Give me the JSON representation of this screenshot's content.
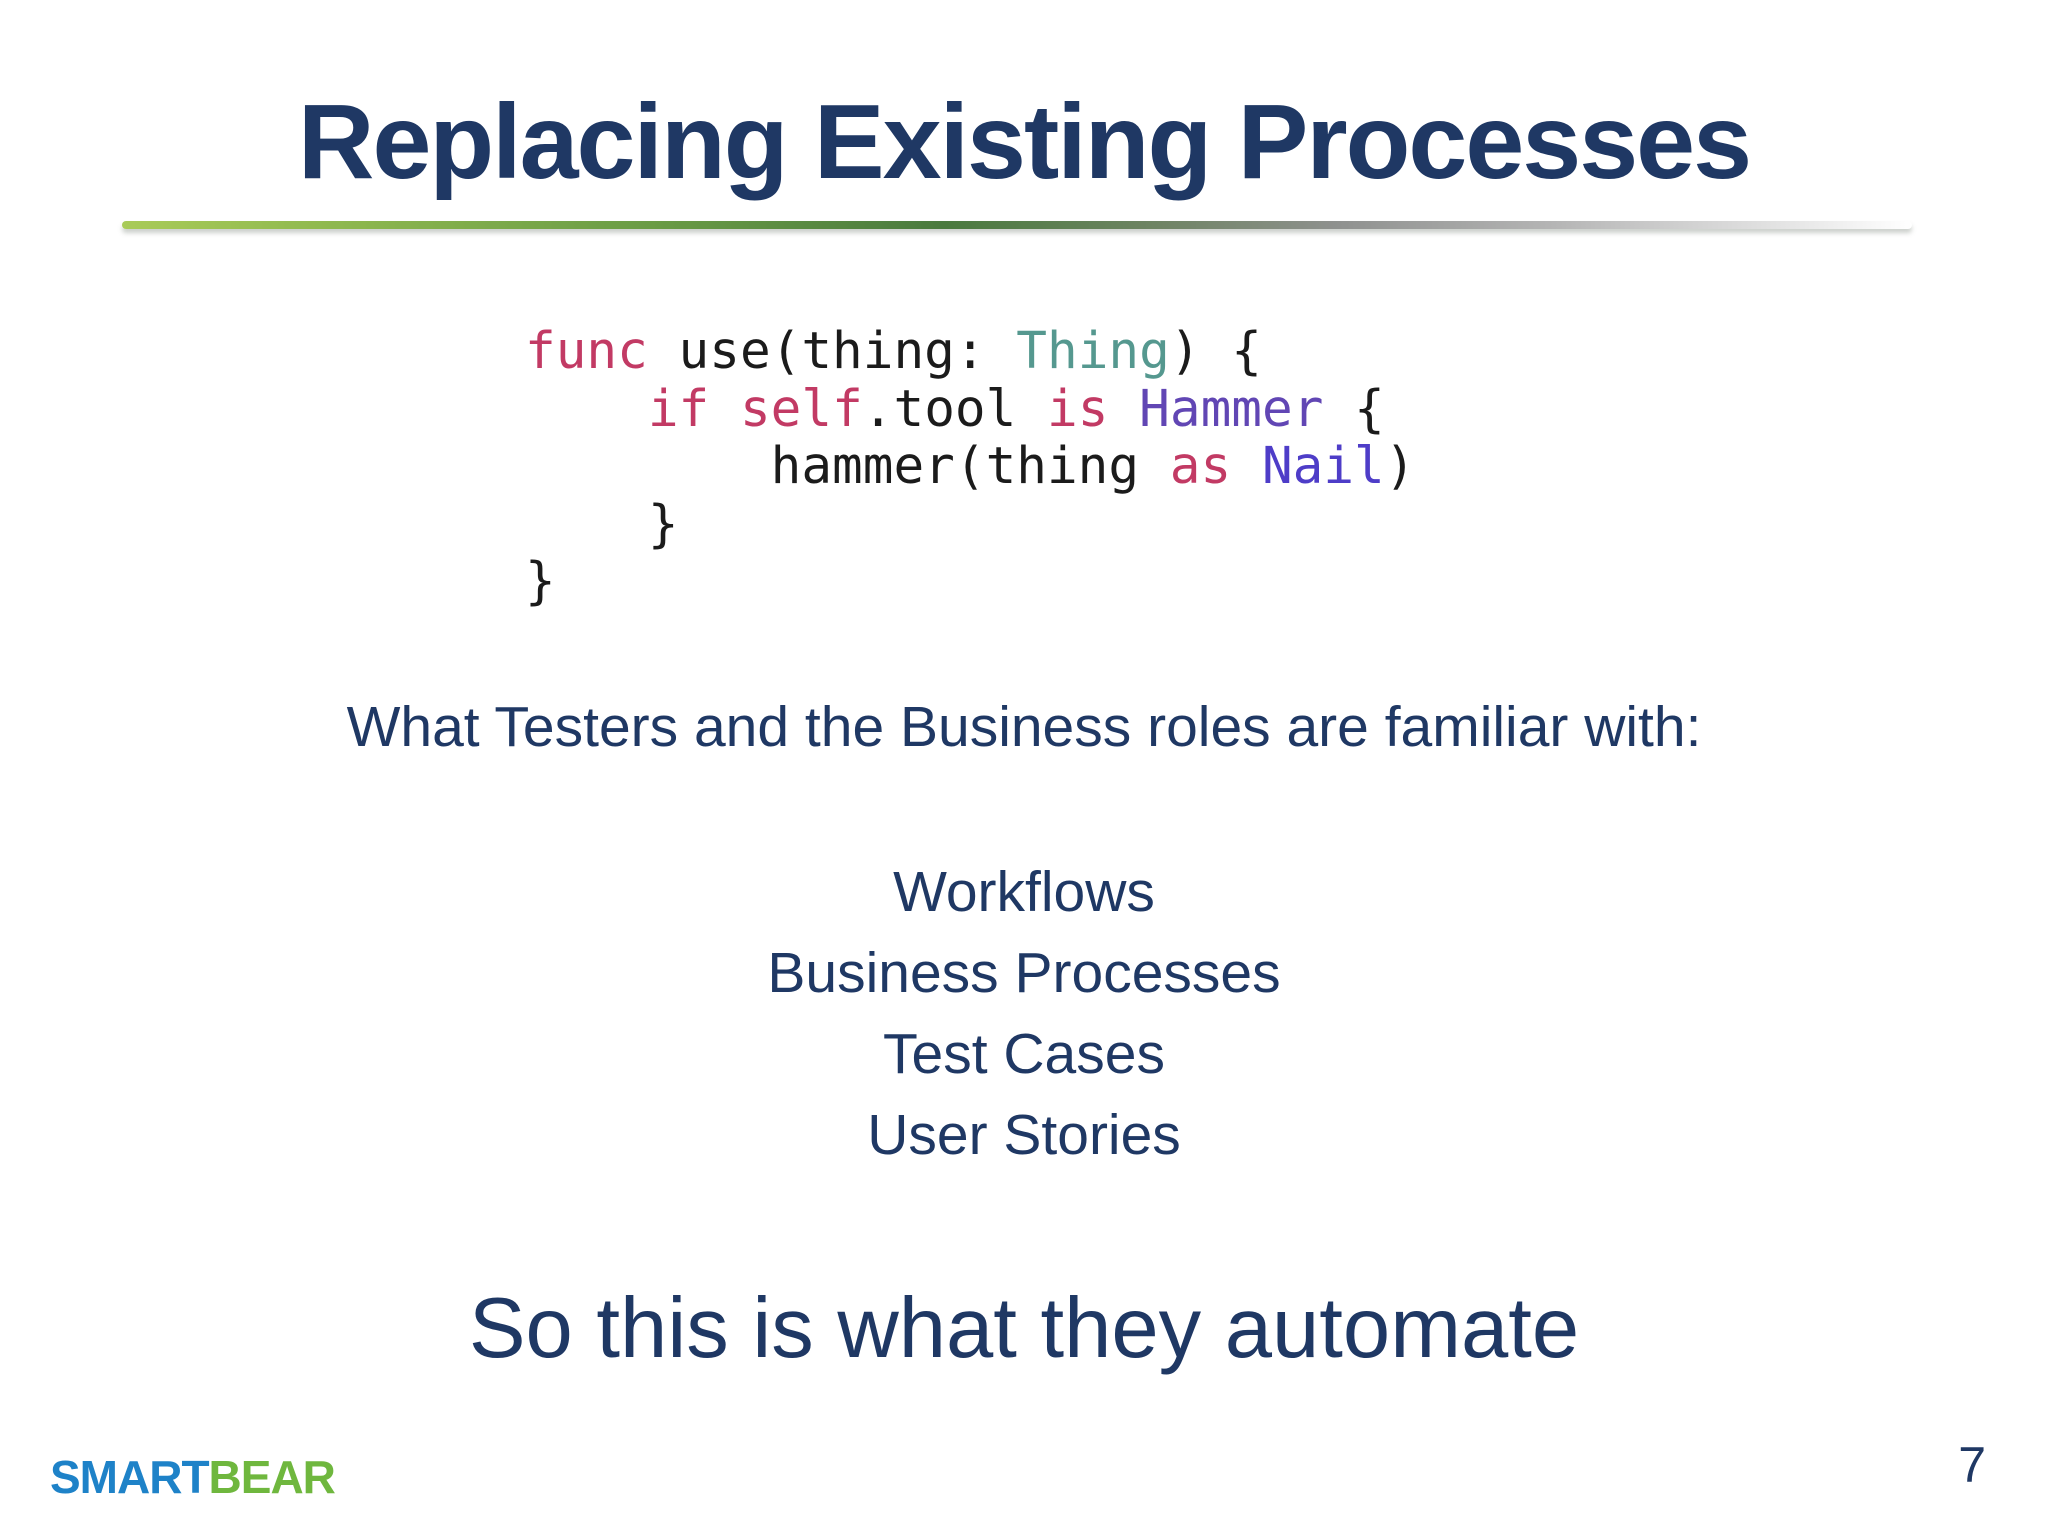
{
  "slide": {
    "title": "Replacing Existing Processes",
    "intro": "What Testers and the Business roles are familiar with:",
    "familiar_items": [
      "Workflows",
      "Business Processes",
      "Test Cases",
      "User Stories"
    ],
    "conclusion": "So this is what they automate",
    "page_number": "7",
    "logo": {
      "smart": "SMART",
      "bear": "BEAR"
    },
    "code": {
      "language": "swift",
      "plain_text": "func use(thing: Thing) {\n    if self.tool is Hammer {\n        hammer(thing as Nail)\n    }\n}",
      "lines": [
        [
          [
            "func",
            "kw"
          ],
          [
            " use(thing: ",
            "pl"
          ],
          [
            "Thing",
            "teal"
          ],
          [
            ") {",
            "pl"
          ]
        ],
        [
          [
            "    ",
            "pl"
          ],
          [
            "if",
            "kw"
          ],
          [
            " ",
            "pl"
          ],
          [
            "self",
            "kw"
          ],
          [
            ".tool ",
            "pl"
          ],
          [
            "is",
            "kw"
          ],
          [
            " ",
            "pl"
          ],
          [
            "Hammer",
            "purple"
          ],
          [
            " {",
            "pl"
          ]
        ],
        [
          [
            "        hammer(thing ",
            "pl"
          ],
          [
            "as",
            "kw"
          ],
          [
            " ",
            "pl"
          ],
          [
            "Nail",
            "indigo"
          ],
          [
            ")",
            "pl"
          ]
        ],
        [
          [
            "    }",
            "pl"
          ]
        ],
        [
          [
            "}",
            "pl"
          ]
        ]
      ]
    },
    "colors": {
      "text_navy": "#1F3864",
      "code_keyword_pink": "#C23A64",
      "code_type_teal": "#55988F",
      "code_type_purple": "#6146B4",
      "code_type_indigo": "#4E3DC8",
      "code_plain": "#1B1B1B",
      "logo_blue": "#1E82C8",
      "logo_green": "#6FB73E",
      "rule_green_light": "#A9CB58",
      "rule_green_dark": "#4A7A3E",
      "rule_gray": "#8F918F"
    }
  }
}
